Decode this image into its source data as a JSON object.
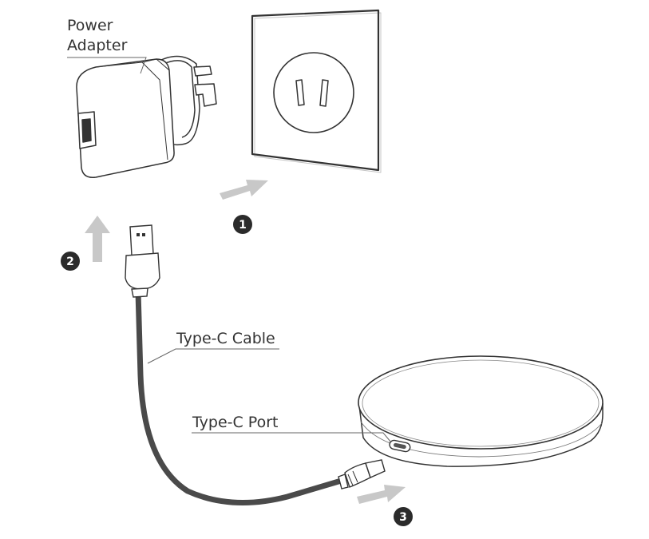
{
  "labels": {
    "adapter_line1": "Power",
    "adapter_line2": "Adapter",
    "cable": "Type-C Cable",
    "port": "Type-C Port"
  },
  "steps": [
    {
      "number": "1"
    },
    {
      "number": "2"
    },
    {
      "number": "3"
    }
  ],
  "colors": {
    "outline": "#333333",
    "cable": "#4a4a4a",
    "arrow": "#c8c8c8",
    "badge": "#2b2b2b"
  }
}
